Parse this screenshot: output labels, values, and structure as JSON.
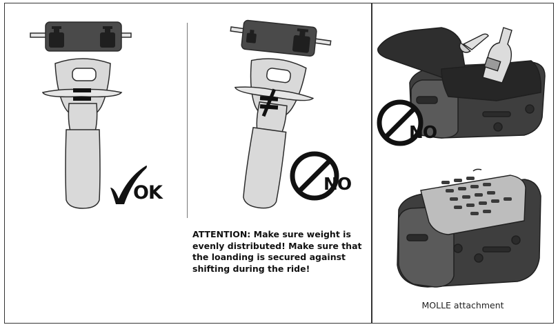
{
  "labels": {
    "ok": "OK",
    "no_balance": "NO",
    "no_loading": "NO",
    "attention": "ATTENTION: Make sure weight is evenly distributed! Make sure that the loanding is secured against shifting during the ride!",
    "molle": "MOLLE attachment"
  },
  "symbols": {
    "equal": "=",
    "not_equal": "≠",
    "check": "✓"
  },
  "icons": {
    "balanced": [
      "motorcycle-top-view-icon",
      "weight-icon",
      "checkmark-icon"
    ],
    "unbalanced": [
      "motorcycle-top-view-icon",
      "weight-icon",
      "no-sign-icon"
    ],
    "open_bag": [
      "tail-bag-icon",
      "knife-icon",
      "bottle-icon",
      "no-sign-icon"
    ],
    "molle_bag": [
      "tail-bag-icon",
      "molle-panel-icon"
    ]
  },
  "colors": {
    "outline": "#2b2b2b",
    "bike_fill": "#d9d9d9",
    "bag_dark": "#3e3e3e",
    "bag_mid": "#5a5a5a",
    "panel": "#bdbdbd"
  }
}
